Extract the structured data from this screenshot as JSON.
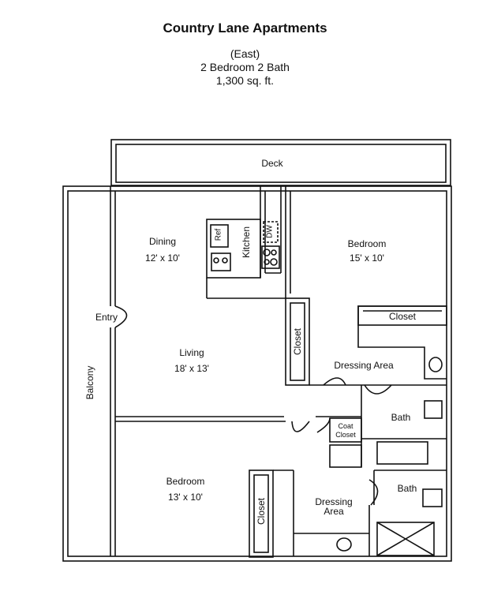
{
  "header": {
    "title": "Country Lane Apartments",
    "wing": "(East)",
    "layout": "2 Bedroom  2 Bath",
    "area": "1,300  sq. ft."
  },
  "rooms": {
    "deck": "Deck",
    "balcony": "Balcony",
    "entry": "Entry",
    "dining": {
      "name": "Dining",
      "size": "12' x 10'"
    },
    "kitchen": "Kitchen",
    "ref": "Ref",
    "dw": "DW",
    "living": {
      "name": "Living",
      "size": "18' x 13'"
    },
    "bedroom1": {
      "name": "Bedroom",
      "size": "15' x 10'"
    },
    "closet1": "Closet",
    "closet_hall": "Closet",
    "dressing1": "Dressing Area",
    "bath1": "Bath",
    "coat_closet": {
      "line1": "Coat",
      "line2": "Closet"
    },
    "bedroom2": {
      "name": "Bedroom",
      "size": "13' x 10'"
    },
    "closet2": "Closet",
    "dressing2": {
      "line1": "Dressing",
      "line2": "Area"
    },
    "bath2": "Bath"
  }
}
